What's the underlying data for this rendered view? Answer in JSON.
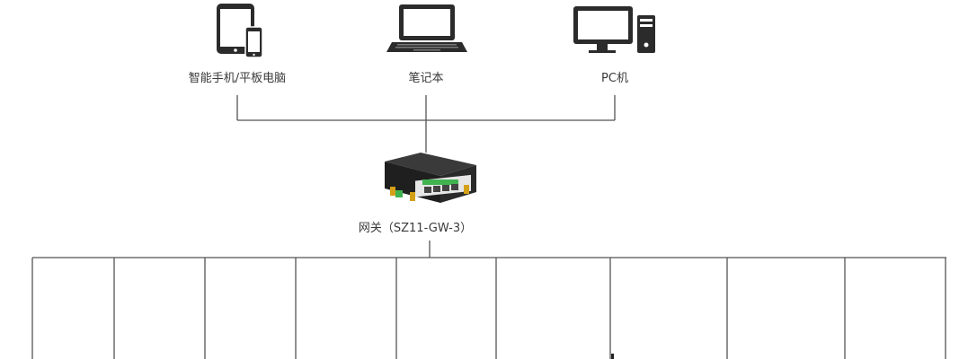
{
  "devices": {
    "phone_tablet": {
      "label": "智能手机/平板电脑",
      "icon": "phone-tablet-icon"
    },
    "laptop": {
      "label": "笔记本",
      "icon": "laptop-icon"
    },
    "pc": {
      "label": "PC机",
      "icon": "desktop-pc-icon"
    }
  },
  "gateway": {
    "label": "网关（SZ11-GW-3）",
    "icon": "gateway-device-icon"
  },
  "colors": {
    "line": "#555555",
    "device_dark": "#2b2b2b",
    "screen": "#ffffff",
    "gateway_body": "#2a2a2a",
    "gateway_terminal": "#3fb34f",
    "antenna": "#d4a017"
  },
  "bottom_branch_count": 10
}
